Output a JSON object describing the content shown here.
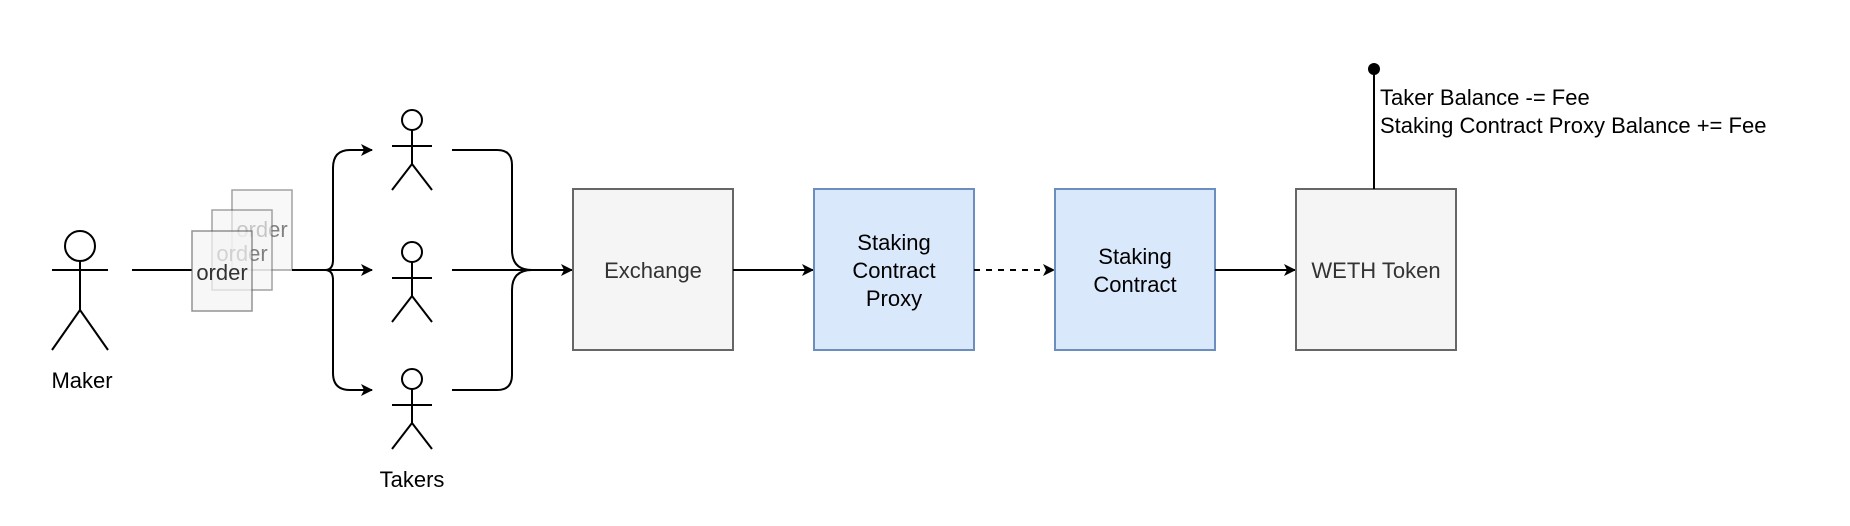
{
  "actors": {
    "maker": "Maker",
    "takers": "Takers"
  },
  "orders": {
    "front": "order",
    "middle": "order",
    "back": "order"
  },
  "nodes": {
    "exchange": "Exchange",
    "proxy": [
      "Staking",
      "Contract",
      "Proxy"
    ],
    "staking": [
      "Staking",
      "Contract"
    ],
    "weth": "WETH Token"
  },
  "annotation": {
    "line1": "Taker Balance -= Fee",
    "line2": "Staking Contract Proxy Balance += Fee"
  },
  "colors": {
    "gray_fill": "#f5f5f5",
    "gray_stroke": "#666666",
    "blue_fill": "#dae8fc",
    "blue_stroke": "#6c8ebf"
  }
}
